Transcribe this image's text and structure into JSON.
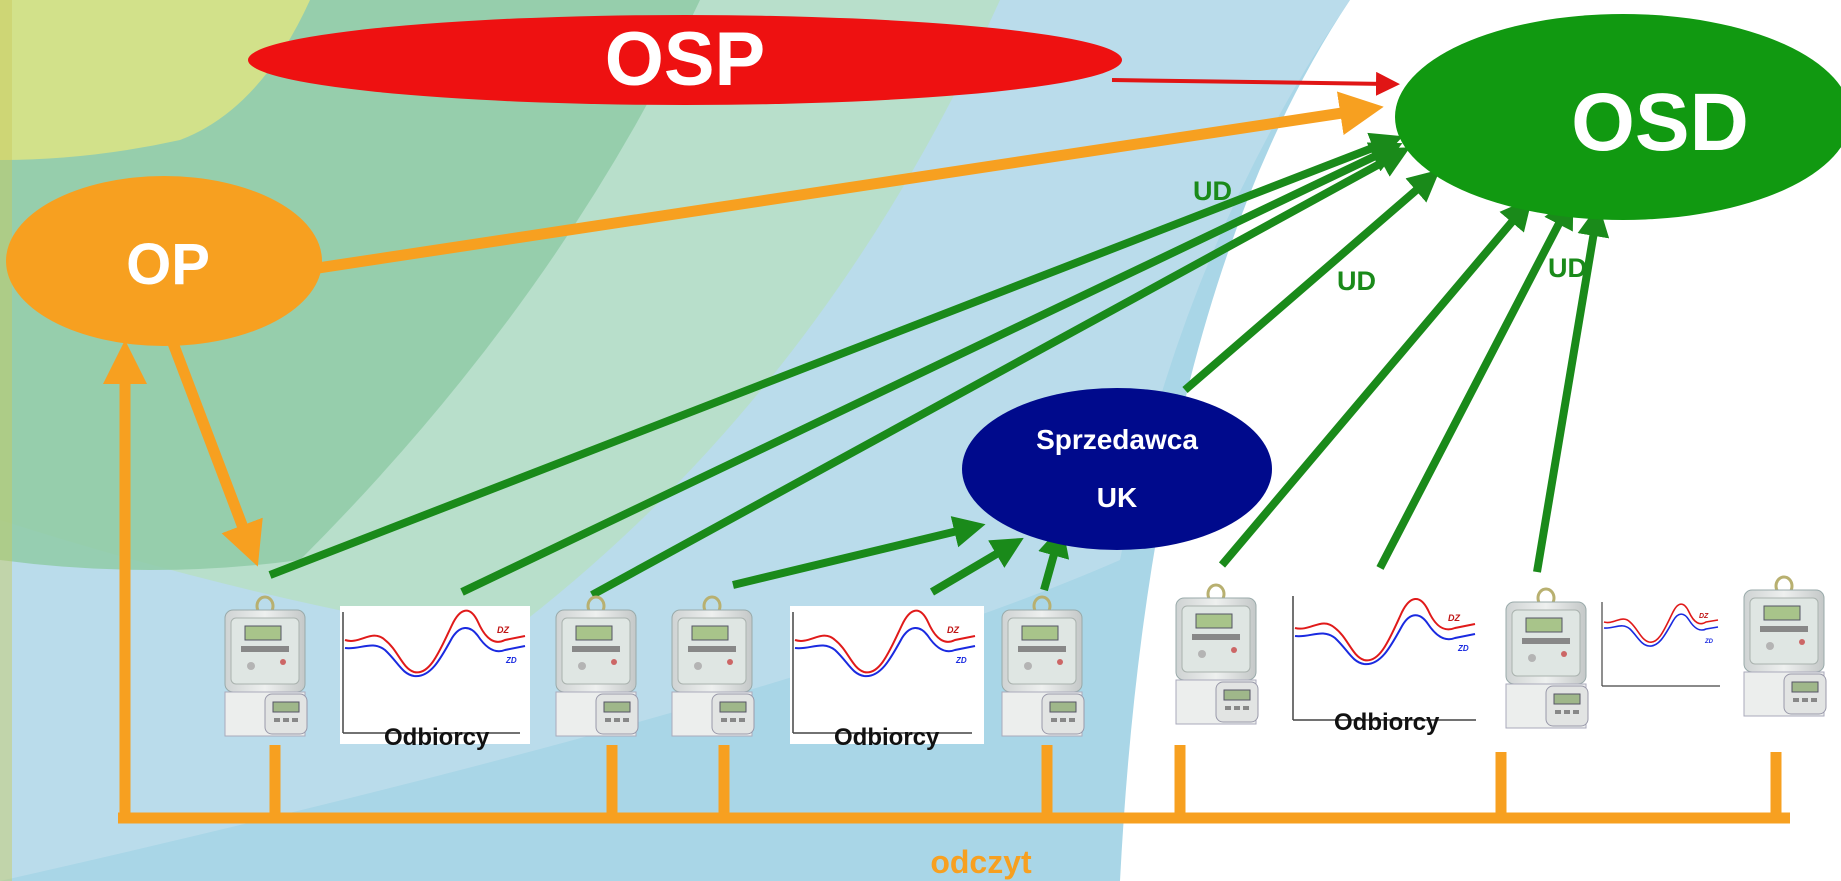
{
  "nodes": {
    "osp": {
      "label": "OSP",
      "color": "#ee1111"
    },
    "osd": {
      "label": "OSD",
      "color": "#119911"
    },
    "op": {
      "label": "OP",
      "color": "#f7a020"
    },
    "seller": {
      "line1": "Sprzedawca",
      "line2": "UK",
      "color": "#000a8c"
    }
  },
  "labels": {
    "ud_1": "UD",
    "ud_2": "UD",
    "ud_3": "UD",
    "odbiorcy_1": "Odbiorcy",
    "odbiorcy_2": "Odbiorcy",
    "odbiorcy_3": "Odbiorcy",
    "odczyt": "odczyt"
  },
  "chart_labels": {
    "dz_series": "DZ",
    "zd_series": "ZD"
  },
  "colors": {
    "read_bus": "#f7a020",
    "data_flow": "#1a8a1a",
    "osp_link": "#e01515"
  }
}
